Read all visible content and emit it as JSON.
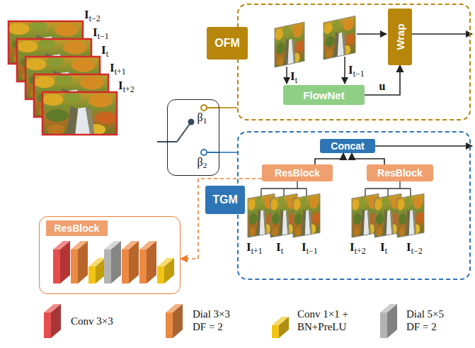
{
  "diagram": {
    "nodes": [
      {
        "text": [
          "β1",
          "β2"
        ]
      },
      {
        "text": [
          "OFM"
        ]
      },
      {
        "text": [
          "FlowNet"
        ],
        "in": 1
      },
      {
        "text": [
          "Wrap"
        ],
        "in": 1
      },
      {
        "text": [
          "TGM"
        ]
      },
      {
        "text": [
          "Concat"
        ],
        "in": 4
      },
      {
        "text": [
          "ResBlock"
        ],
        "in": 4
      },
      {
        "text": [
          "ResBlock"
        ],
        "in": 4
      },
      {
        "text": [
          "ResBlock"
        ]
      }
    ],
    "edges": [
      {
        "from": 0,
        "to": 1,
        "arrow": "none"
      },
      {
        "from": 0,
        "to": 4,
        "arrow": "none"
      },
      {
        "from": 2,
        "to": 3,
        "label": "u",
        "arrow": "to"
      },
      {
        "from": 6,
        "to": 5,
        "arrow": "to"
      },
      {
        "from": 7,
        "to": 5,
        "arrow": "to"
      },
      {
        "from": 6,
        "to": 8,
        "arrow": "to"
      }
    ],
    "labels": [
      "It−2",
      "It−1",
      "It",
      "It+1",
      "It+2",
      "It",
      "It−1",
      "It+1",
      "It",
      "It−1",
      "It+2",
      "It",
      "It−2"
    ],
    "legend": [
      {
        "text": "Conv 3×3",
        "color": "#e64d4d"
      },
      {
        "text": "Dial 3×3 DF = 2",
        "color": "#eb8a44"
      },
      {
        "text": "Conv 1×1 + BN+PreLU",
        "color": "#f2c417"
      },
      {
        "text": "Dial 5×5 DF = 2",
        "color": "#b3b3b3"
      }
    ]
  }
}
